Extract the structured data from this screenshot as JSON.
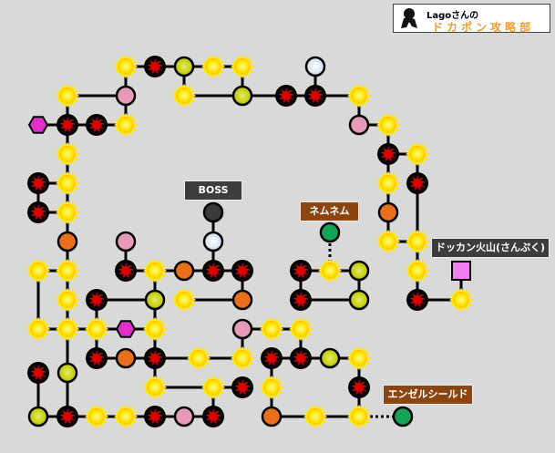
{
  "logo": {
    "top_text": "Lagoさんの",
    "bottom_text": "ドカポン攻略部",
    "mascot_icon": "mascot-silhouette-icon"
  },
  "labels": {
    "boss": "BOSS",
    "nemunemu": "ネムネム",
    "dokkan_volcano": "ドッカン火山(さんぷく)",
    "angel_shield": "エンゼルシールド"
  },
  "colors": {
    "background": "#d9d9d9",
    "yellow_space": "#ffe800",
    "olive_space": "#c8d400",
    "pink_space": "#e89ab8",
    "orange_space": "#e8701a",
    "battle_space": "#d90000",
    "light_space": "#dde8f0",
    "green_space": "#13a354",
    "dark_space": "#3a3a3a",
    "magenta_space": "#e02fc8",
    "path_line": "#000000",
    "logo_text": "#f39c34"
  },
  "space_types": {
    "Y": "yellow",
    "O": "olive",
    "P": "pink",
    "R": "orange",
    "B": "battle",
    "L": "light",
    "G": "green",
    "D": "dark",
    "H": "magenta hexagon",
    "S": "magenta square"
  }
}
